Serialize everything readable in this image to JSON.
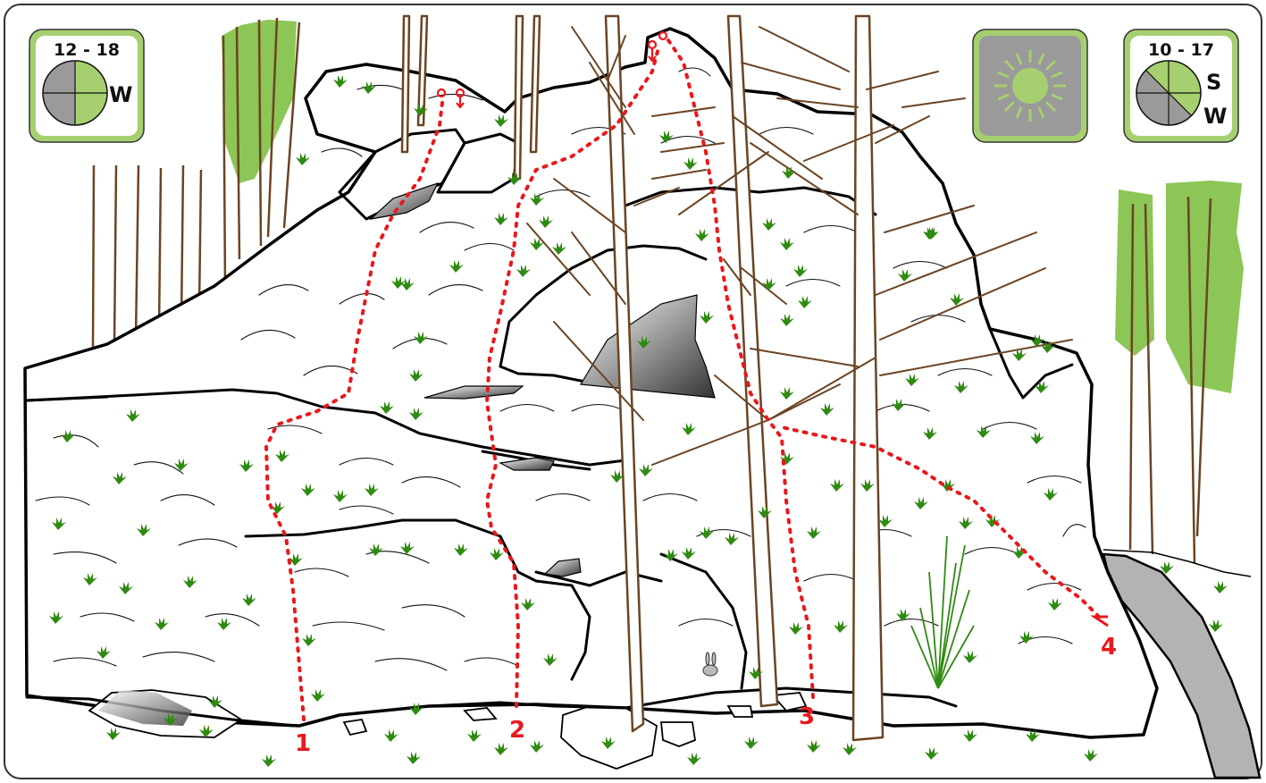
{
  "colors": {
    "rock_outline": "#000000",
    "route": "#e8181c",
    "tree_trunk": "#6b4423",
    "foliage": "#8cc657",
    "sun_time": "#a6cf6f",
    "shadow_time": "#9a9a9a",
    "path": "#b3b3b3",
    "plant": "#2f8a12",
    "frame": "#333333"
  },
  "badges": {
    "left": {
      "time_range": "12 - 18",
      "direction_1": "W",
      "direction_2": ""
    },
    "sun": {
      "icon": "sun-icon"
    },
    "right": {
      "time_range": "10 - 17",
      "direction_1": "S",
      "direction_2": "W"
    }
  },
  "routes": [
    {
      "number": "1"
    },
    {
      "number": "2"
    },
    {
      "number": "3"
    },
    {
      "number": "4"
    }
  ]
}
